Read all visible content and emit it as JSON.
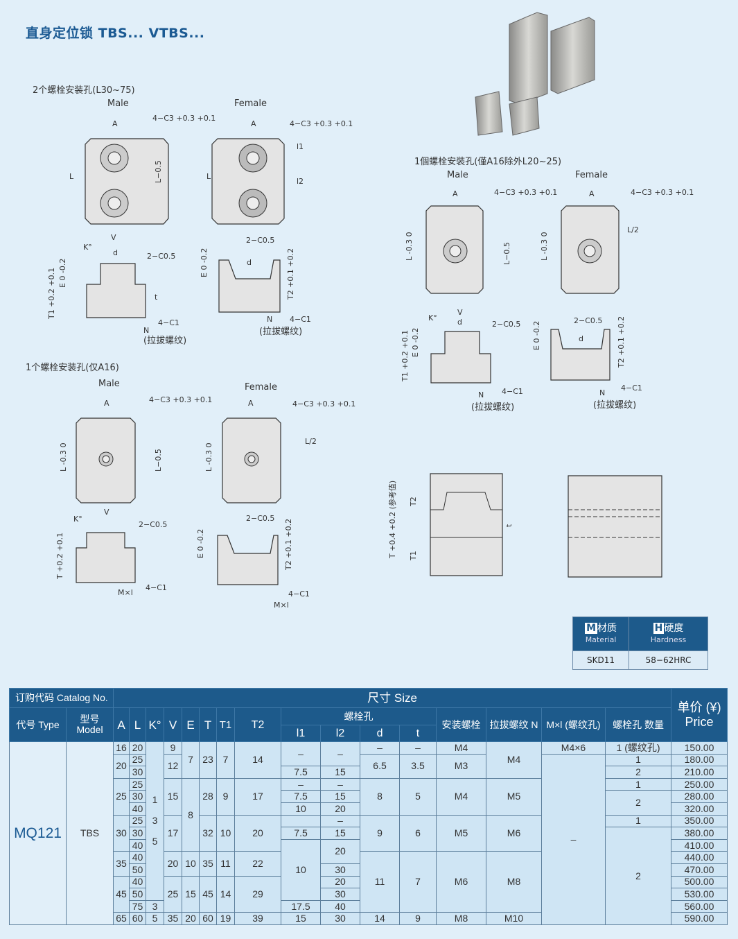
{
  "title": "直身定位锁 TBS... VTBS...",
  "drawings": {
    "group1": {
      "caption": "2个螺栓安装孔(L30~75)",
      "male": "Male",
      "female": "Female"
    },
    "group2": {
      "caption": "1个螺栓安装孔(仅A16)",
      "male": "Male",
      "female": "Female"
    },
    "group3": {
      "caption": "1個螺栓安裝孔(僅A16除外L20~25)",
      "male": "Male",
      "female": "Female"
    },
    "dims": {
      "A": "A",
      "L": "L",
      "L05": "L−0.5",
      "L03": "L -0.3 0",
      "chamfer": "4−C3 +0.3 +0.1",
      "l1": "l1",
      "l2": "l2",
      "l2half": "L/2",
      "V": "V",
      "K": "K°",
      "d": "d",
      "c05": "2−C0.5",
      "c1": "4−C1",
      "N": "N",
      "pull": "(拉拔螺纹)",
      "E": "E 0 -0.2",
      "T1": "T1 +0.2 +0.1",
      "T2": "T2 +0.1 +0.2",
      "t": "t",
      "Ml": "M×l",
      "T": "T +0.2 +0.1",
      "Tref": "T +0.4 +0.2 (参考值)",
      "T2b": "T2",
      "T1b": "T1",
      "tb": "t"
    }
  },
  "material": {
    "m_icon": "M",
    "m_label": "材质",
    "m_en": "Material",
    "h_icon": "H",
    "h_label": "硬度",
    "h_en": "Hardness",
    "m_value": "SKD11",
    "h_value": "58−62HRC"
  },
  "table": {
    "catalog": "订购代码 Catalog No.",
    "size": "尺寸 Size",
    "type": "代号 Type",
    "model": "型号 Model",
    "cols": [
      "A",
      "L",
      "K°",
      "V",
      "E",
      "T",
      "T1",
      "T2"
    ],
    "bolt_hole": "螺栓孔",
    "sub": [
      "l1",
      "l2",
      "d",
      "t"
    ],
    "mount_bolt": "安装螺栓",
    "pull_thread": "拉拔螺纹 N",
    "ml": "M×l (螺纹孔)",
    "qty": "螺栓孔 数量",
    "price": "单价 (¥) Price",
    "type_value": "MQ121",
    "model_value": "TBS",
    "columns": [
      {
        "name": "A",
        "cells": [
          [
            "16",
            1
          ],
          [
            "20",
            2
          ],
          [
            "25",
            3
          ],
          [
            "30",
            3
          ],
          [
            "35",
            2
          ],
          [
            "45",
            3
          ],
          [
            "65",
            1
          ]
        ]
      },
      {
        "name": "L",
        "cells": [
          [
            "20",
            1
          ],
          [
            "25",
            1
          ],
          [
            "30",
            1
          ],
          [
            "25",
            1
          ],
          [
            "30",
            1
          ],
          [
            "40",
            1
          ],
          [
            "25",
            1
          ],
          [
            "30",
            1
          ],
          [
            "40",
            1
          ],
          [
            "40",
            1
          ],
          [
            "50",
            1
          ],
          [
            "40",
            1
          ],
          [
            "50",
            1
          ],
          [
            "75",
            1
          ],
          [
            "60",
            1
          ]
        ]
      },
      {
        "name": "K",
        "cells": [
          [
            "1  3  5",
            13
          ],
          [
            "3",
            1
          ],
          [
            "5",
            1
          ]
        ]
      },
      {
        "name": "V",
        "cells": [
          [
            "9",
            1
          ],
          [
            "12",
            2
          ],
          [
            "15",
            3
          ],
          [
            "17",
            3
          ],
          [
            "20",
            2
          ],
          [
            "25",
            3
          ],
          [
            "35",
            1
          ]
        ]
      },
      {
        "name": "E",
        "cells": [
          [
            "7",
            3
          ],
          [
            "8",
            6
          ],
          [
            "10",
            2
          ],
          [
            "15",
            3
          ],
          [
            "20",
            1
          ]
        ]
      },
      {
        "name": "T",
        "cells": [
          [
            "23",
            3
          ],
          [
            "28",
            3
          ],
          [
            "32",
            3
          ],
          [
            "35",
            2
          ],
          [
            "45",
            3
          ],
          [
            "60",
            1
          ]
        ]
      },
      {
        "name": "T1",
        "cells": [
          [
            "7",
            3
          ],
          [
            "9",
            3
          ],
          [
            "10",
            3
          ],
          [
            "11",
            2
          ],
          [
            "14",
            3
          ],
          [
            "19",
            1
          ]
        ]
      },
      {
        "name": "T2",
        "cells": [
          [
            "14",
            3
          ],
          [
            "17",
            3
          ],
          [
            "20",
            3
          ],
          [
            "22",
            2
          ],
          [
            "29",
            3
          ],
          [
            "39",
            1
          ]
        ]
      },
      {
        "name": "l1",
        "cells": [
          [
            "–",
            2
          ],
          [
            "7.5",
            1
          ],
          [
            "–",
            1
          ],
          [
            "7.5",
            1
          ],
          [
            "10",
            1
          ],
          [
            "",
            1
          ],
          [
            "7.5",
            1
          ],
          [
            "10",
            5
          ],
          [
            "17.5",
            1
          ],
          [
            "15",
            1
          ]
        ]
      },
      {
        "name": "l2",
        "cells": [
          [
            "–",
            2
          ],
          [
            "15",
            1
          ],
          [
            "–",
            1
          ],
          [
            "15",
            1
          ],
          [
            "20",
            1
          ],
          [
            "–",
            1
          ],
          [
            "15",
            1
          ],
          [
            "20",
            2
          ],
          [
            "30",
            1
          ],
          [
            "20",
            1
          ],
          [
            "30",
            1
          ],
          [
            "40",
            1
          ],
          [
            "30",
            1
          ]
        ]
      },
      {
        "name": "d",
        "cells": [
          [
            "–",
            1
          ],
          [
            "6.5",
            2
          ],
          [
            "8",
            3
          ],
          [
            "9",
            3
          ],
          [
            "11",
            5
          ],
          [
            "14",
            1
          ]
        ]
      },
      {
        "name": "t",
        "cells": [
          [
            "–",
            1
          ],
          [
            "3.5",
            2
          ],
          [
            "5",
            3
          ],
          [
            "6",
            3
          ],
          [
            "7",
            5
          ],
          [
            "9",
            1
          ]
        ]
      },
      {
        "name": "mount-bolt",
        "cells": [
          [
            "M4",
            1
          ],
          [
            "M3",
            2
          ],
          [
            "M4",
            3
          ],
          [
            "M5",
            3
          ],
          [
            "M6",
            5
          ],
          [
            "M8",
            1
          ]
        ]
      },
      {
        "name": "pull-thread",
        "cells": [
          [
            "M4",
            3
          ],
          [
            "M5",
            3
          ],
          [
            "M6",
            3
          ],
          [
            "M8",
            5
          ],
          [
            "M10",
            1
          ]
        ]
      },
      {
        "name": "ml",
        "cells": [
          [
            "M4×6",
            1
          ],
          [
            "–",
            14
          ]
        ]
      },
      {
        "name": "qty",
        "cells": [
          [
            "1 (螺纹孔)",
            1
          ],
          [
            "1",
            1
          ],
          [
            "2",
            1
          ],
          [
            "1",
            1
          ],
          [
            "2",
            2
          ],
          [
            "1",
            1
          ],
          [
            "2",
            8
          ]
        ]
      },
      {
        "name": "price",
        "cells": [
          [
            "150.00",
            1
          ],
          [
            "180.00",
            1
          ],
          [
            "210.00",
            1
          ],
          [
            "250.00",
            1
          ],
          [
            "280.00",
            1
          ],
          [
            "320.00",
            1
          ],
          [
            "350.00",
            1
          ],
          [
            "380.00",
            1
          ],
          [
            "410.00",
            1
          ],
          [
            "440.00",
            1
          ],
          [
            "470.00",
            1
          ],
          [
            "500.00",
            1
          ],
          [
            "530.00",
            1
          ],
          [
            "560.00",
            1
          ],
          [
            "590.00",
            1
          ]
        ]
      }
    ]
  },
  "colors": {
    "header": "#1d5a8b",
    "cell": "#cfe5f4",
    "background": "#e1eff9",
    "title": "#1b5a93"
  }
}
